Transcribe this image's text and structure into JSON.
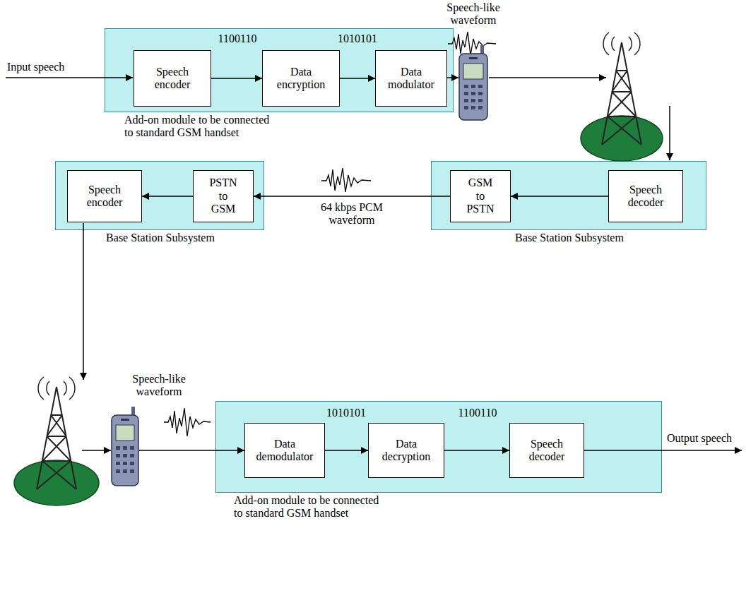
{
  "diagram": {
    "nodes": [
      {
        "text": [
          "Add-on module to be connected to standard GSM handset"
        ]
      },
      {
        "text": [
          "Speech encoder"
        ],
        "in": 0
      },
      {
        "text": [
          "Data encryption"
        ],
        "in": 0
      },
      {
        "text": [
          "Data modulator"
        ],
        "in": 0
      },
      {
        "text": [
          "Base Station Subsystem"
        ]
      },
      {
        "text": [
          "Speech encoder"
        ],
        "in": 4
      },
      {
        "text": [
          "PSTN to GSM"
        ],
        "in": 4
      },
      {
        "text": [
          "Base Station Subsystem"
        ]
      },
      {
        "text": [
          "GSM to PSTN"
        ],
        "in": 7
      },
      {
        "text": [
          "Speech decoder"
        ],
        "in": 7
      },
      {
        "text": [
          "Add-on module to be connected to standard GSM handset"
        ]
      },
      {
        "text": [
          "Data demodulator"
        ],
        "in": 10
      },
      {
        "text": [
          "Data decryption"
        ],
        "in": 10
      },
      {
        "text": [
          "Speech decoder"
        ],
        "in": 10
      }
    ],
    "edges": [
      {
        "from": 1,
        "to": 2,
        "arrow": "to"
      },
      {
        "from": 2,
        "to": 3,
        "arrow": "to"
      },
      {
        "from": 9,
        "to": 8,
        "arrow": "to"
      },
      {
        "from": 8,
        "to": 6,
        "label": "64 kbps PCM waveform",
        "arrow": "to"
      },
      {
        "from": 6,
        "to": 5,
        "arrow": "to"
      },
      {
        "from": 11,
        "to": 12,
        "arrow": "to"
      },
      {
        "from": 12,
        "to": 13,
        "arrow": "to"
      }
    ],
    "labels": [
      "Speech-like waveform",
      "1100110",
      "1010101",
      "Input speech",
      "Speech-like waveform",
      "1010101",
      "1100110",
      "Output speech"
    ]
  }
}
